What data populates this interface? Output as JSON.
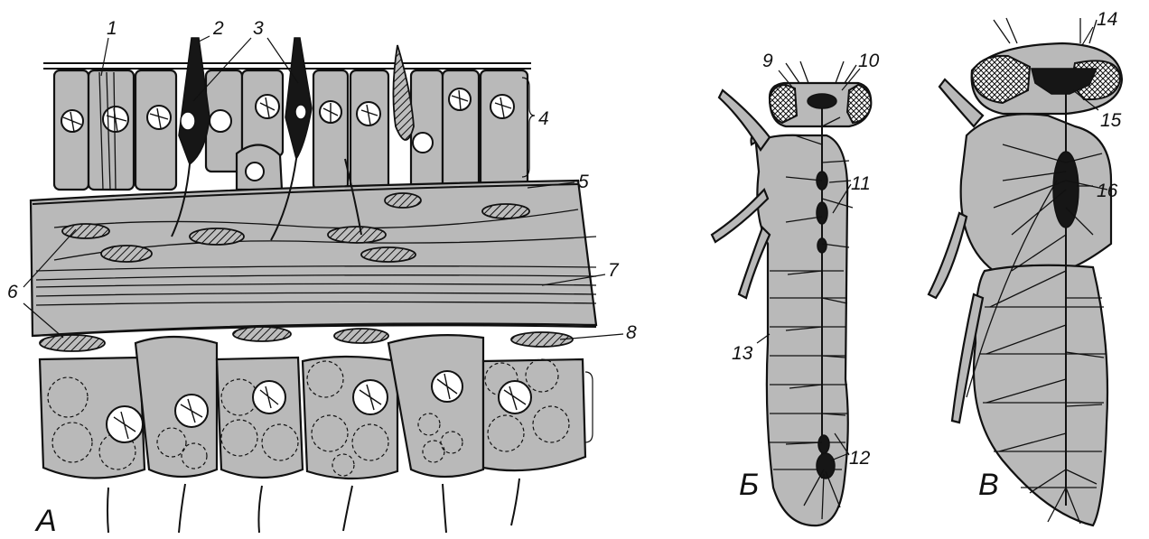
{
  "panels": {
    "a": {
      "letter": "А"
    },
    "b": {
      "letter": "Б"
    },
    "c": {
      "letter": "В"
    }
  },
  "labels": {
    "l1": "1",
    "l2": "2",
    "l3": "3",
    "l4": "4",
    "l5": "5",
    "l6": "6",
    "l7": "7",
    "l8": "8",
    "l9": "9",
    "l10": "10",
    "l11": "11",
    "l12": "12",
    "l13": "13",
    "l14": "14",
    "l15": "15",
    "l16": "16"
  },
  "colors": {
    "tissue_fill": "#b9b9b9",
    "outline": "#111111",
    "background": "#ffffff"
  }
}
